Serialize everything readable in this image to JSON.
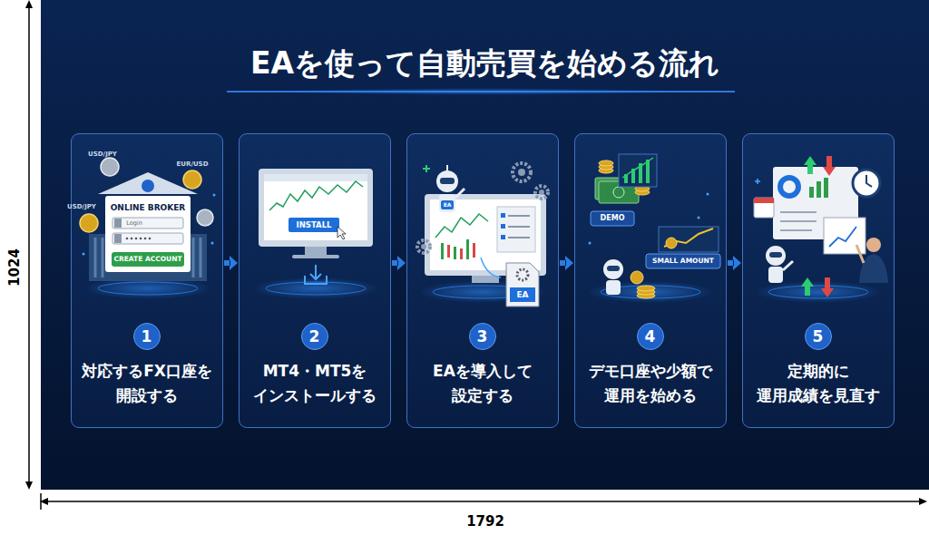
{
  "diagram": {
    "title": "EAを使って自動売買を始める流れ",
    "nodes": [
      {
        "text": [
          "対応するFX口座を 開設する"
        ]
      },
      {
        "text": [
          "1"
        ],
        "in": 0
      },
      {
        "text": [
          "MT4・MT5を インストールする"
        ]
      },
      {
        "text": [
          "2"
        ],
        "in": 2
      },
      {
        "text": [
          "EAを導入して 設定する"
        ]
      },
      {
        "text": [
          "3"
        ],
        "in": 4
      },
      {
        "text": [
          "デモ口座や少額で 運用を始める"
        ]
      },
      {
        "text": [
          "4"
        ],
        "in": 6
      },
      {
        "text": [
          "定期的に 運用成績を見直す"
        ]
      },
      {
        "text": [
          "5"
        ],
        "in": 8
      }
    ],
    "edges": [
      {
        "from": 0,
        "to": 2,
        "arrow": "to"
      },
      {
        "from": 2,
        "to": 4,
        "arrow": "to"
      },
      {
        "from": 4,
        "to": 6,
        "arrow": "to"
      },
      {
        "from": 6,
        "to": 8,
        "arrow": "to"
      }
    ],
    "labels": [
      "1024",
      "1792",
      "USD/JPY",
      "EUR/USD",
      "USD/JPY",
      "ONLINE BROKER",
      "Login",
      "CREATE ACCOUNT",
      "INSTALL",
      "EA",
      "EA",
      "DEMO",
      "SMALL AMOUNT"
    ]
  }
}
